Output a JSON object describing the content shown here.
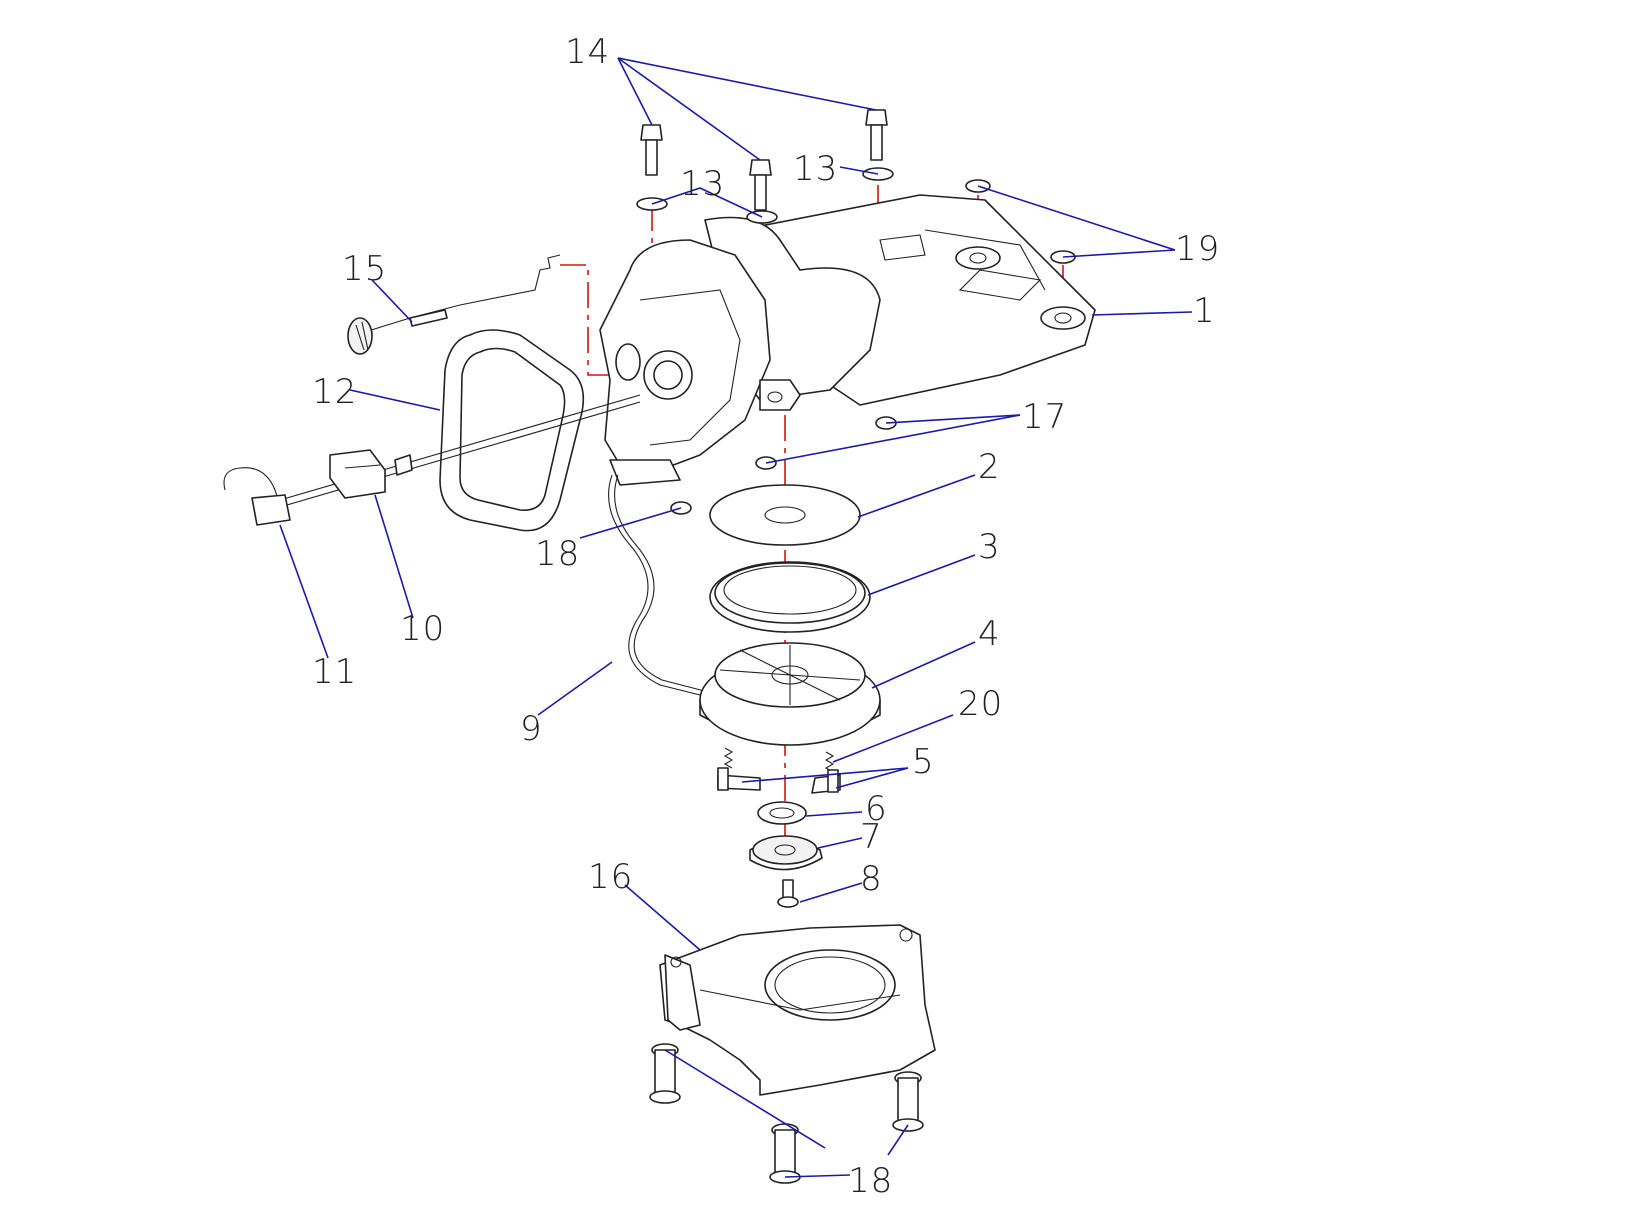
{
  "colors": {
    "leader": "#1a1aa8",
    "axis": "#d21414",
    "outline": "#222222"
  },
  "callouts": [
    {
      "id": "1",
      "text": "1"
    },
    {
      "id": "2",
      "text": "2"
    },
    {
      "id": "3",
      "text": "3"
    },
    {
      "id": "4",
      "text": "4"
    },
    {
      "id": "5",
      "text": "5"
    },
    {
      "id": "6",
      "text": "6"
    },
    {
      "id": "7",
      "text": "7"
    },
    {
      "id": "8",
      "text": "8"
    },
    {
      "id": "9",
      "text": "9"
    },
    {
      "id": "10",
      "text": "10"
    },
    {
      "id": "11",
      "text": "11"
    },
    {
      "id": "12",
      "text": "12"
    },
    {
      "id": "13a",
      "text": "13"
    },
    {
      "id": "13b",
      "text": "13"
    },
    {
      "id": "14",
      "text": "14"
    },
    {
      "id": "15",
      "text": "15"
    },
    {
      "id": "16",
      "text": "16"
    },
    {
      "id": "17",
      "text": "17"
    },
    {
      "id": "18a",
      "text": "18"
    },
    {
      "id": "18b",
      "text": "18"
    },
    {
      "id": "19",
      "text": "19"
    },
    {
      "id": "20",
      "text": "20"
    }
  ]
}
